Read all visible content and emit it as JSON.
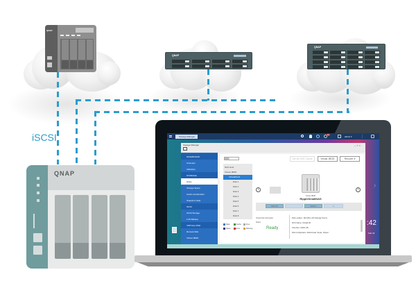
{
  "diagram": {
    "connection_label": "iSCSI",
    "connection_color": "#2b9ccc",
    "local_nas": {
      "brand": "QNAP",
      "bays": 4
    },
    "cloud_nodes": [
      {
        "name": "tower-nas-cloud",
        "brand": "QNAP",
        "bays": 4
      },
      {
        "name": "rack-nas-cloud-small",
        "brand": "QNAP",
        "bays": 8
      },
      {
        "name": "rack-nas-cloud-large",
        "brand": "QNAP",
        "bays": 16
      }
    ]
  },
  "laptop_screen": {
    "taskbar": {
      "app_tab": "Storage Manager",
      "user": "admin ▾",
      "notification_badge": "10"
    },
    "window": {
      "title": "Storage Manager",
      "toolbar_buttons": [
        "Set as SSD Cache",
        "Virtual JBOD",
        "Recover ▾"
      ],
      "sidebar": [
        {
          "label": "DASHBOARD",
          "type": "header"
        },
        {
          "label": "Overview",
          "type": "item"
        },
        {
          "label": "Utilization",
          "type": "item"
        },
        {
          "label": "STORAGE",
          "type": "header"
        },
        {
          "label": "Disks",
          "type": "item",
          "selected": true
        },
        {
          "label": "Storage Space",
          "type": "item"
        },
        {
          "label": "Cache Acceleration",
          "type": "item"
        },
        {
          "label": "Snapshot Vault",
          "type": "item"
        },
        {
          "label": "iSCSI",
          "type": "header"
        },
        {
          "label": "iSCSI Storage",
          "type": "item"
        },
        {
          "label": "LUN Backup",
          "type": "item"
        },
        {
          "label": "VIRTUAL DISK",
          "type": "header"
        },
        {
          "label": "Remote Disk",
          "type": "item"
        },
        {
          "label": "Virtual JBOD",
          "type": "item"
        }
      ],
      "tree": [
        {
          "label": "NAS Host",
          "level": 0
        },
        {
          "label": "Virtual JBOD",
          "level": 0
        },
        {
          "label": "VirtualPool1",
          "level": 1,
          "selected": true
        },
        {
          "label": "Disk 1",
          "level": 2
        },
        {
          "label": "Disk 2",
          "level": 2
        },
        {
          "label": "Disk 3",
          "level": 2
        },
        {
          "label": "Disk 4",
          "level": 2
        },
        {
          "label": "Disk 5",
          "level": 2
        },
        {
          "label": "Disk 6",
          "level": 2
        },
        {
          "label": "Disk 7",
          "level": 2
        },
        {
          "label": "Disk 8",
          "level": 2
        }
      ],
      "legend": [
        {
          "label": "Data",
          "color": "#2f7fc1"
        },
        {
          "label": "Cache",
          "color": "#3a9a4a"
        },
        {
          "label": "Free",
          "color": "#aaaaaa"
        },
        {
          "label": "Spare",
          "color": "#2a3f7a"
        },
        {
          "label": "Error",
          "color": "#d03030"
        },
        {
          "label": "Warning",
          "color": "#e0a020"
        }
      ],
      "device": {
        "subtitle": "Virtual JBOD",
        "name": "RippleSmallNAS"
      },
      "action_buttons": [
        "Disk Info",
        "",
        "Action ▾",
        "▾"
      ],
      "info": {
        "section_label": "Virtual disk information",
        "status_label": "Status",
        "status_value": "Ready",
        "status_color": "#3a9a4a",
        "lines": [
          "Disk Location: 192.168.1.100 (Storage Pool 1)",
          "iSCSI Name: VirtualLUN",
          "Total Size: 10000 GB",
          "Disk Configuration: Multi-thread, Single, Striped"
        ]
      }
    },
    "clock": {
      "time": ":42",
      "date": "Feb 22"
    }
  }
}
